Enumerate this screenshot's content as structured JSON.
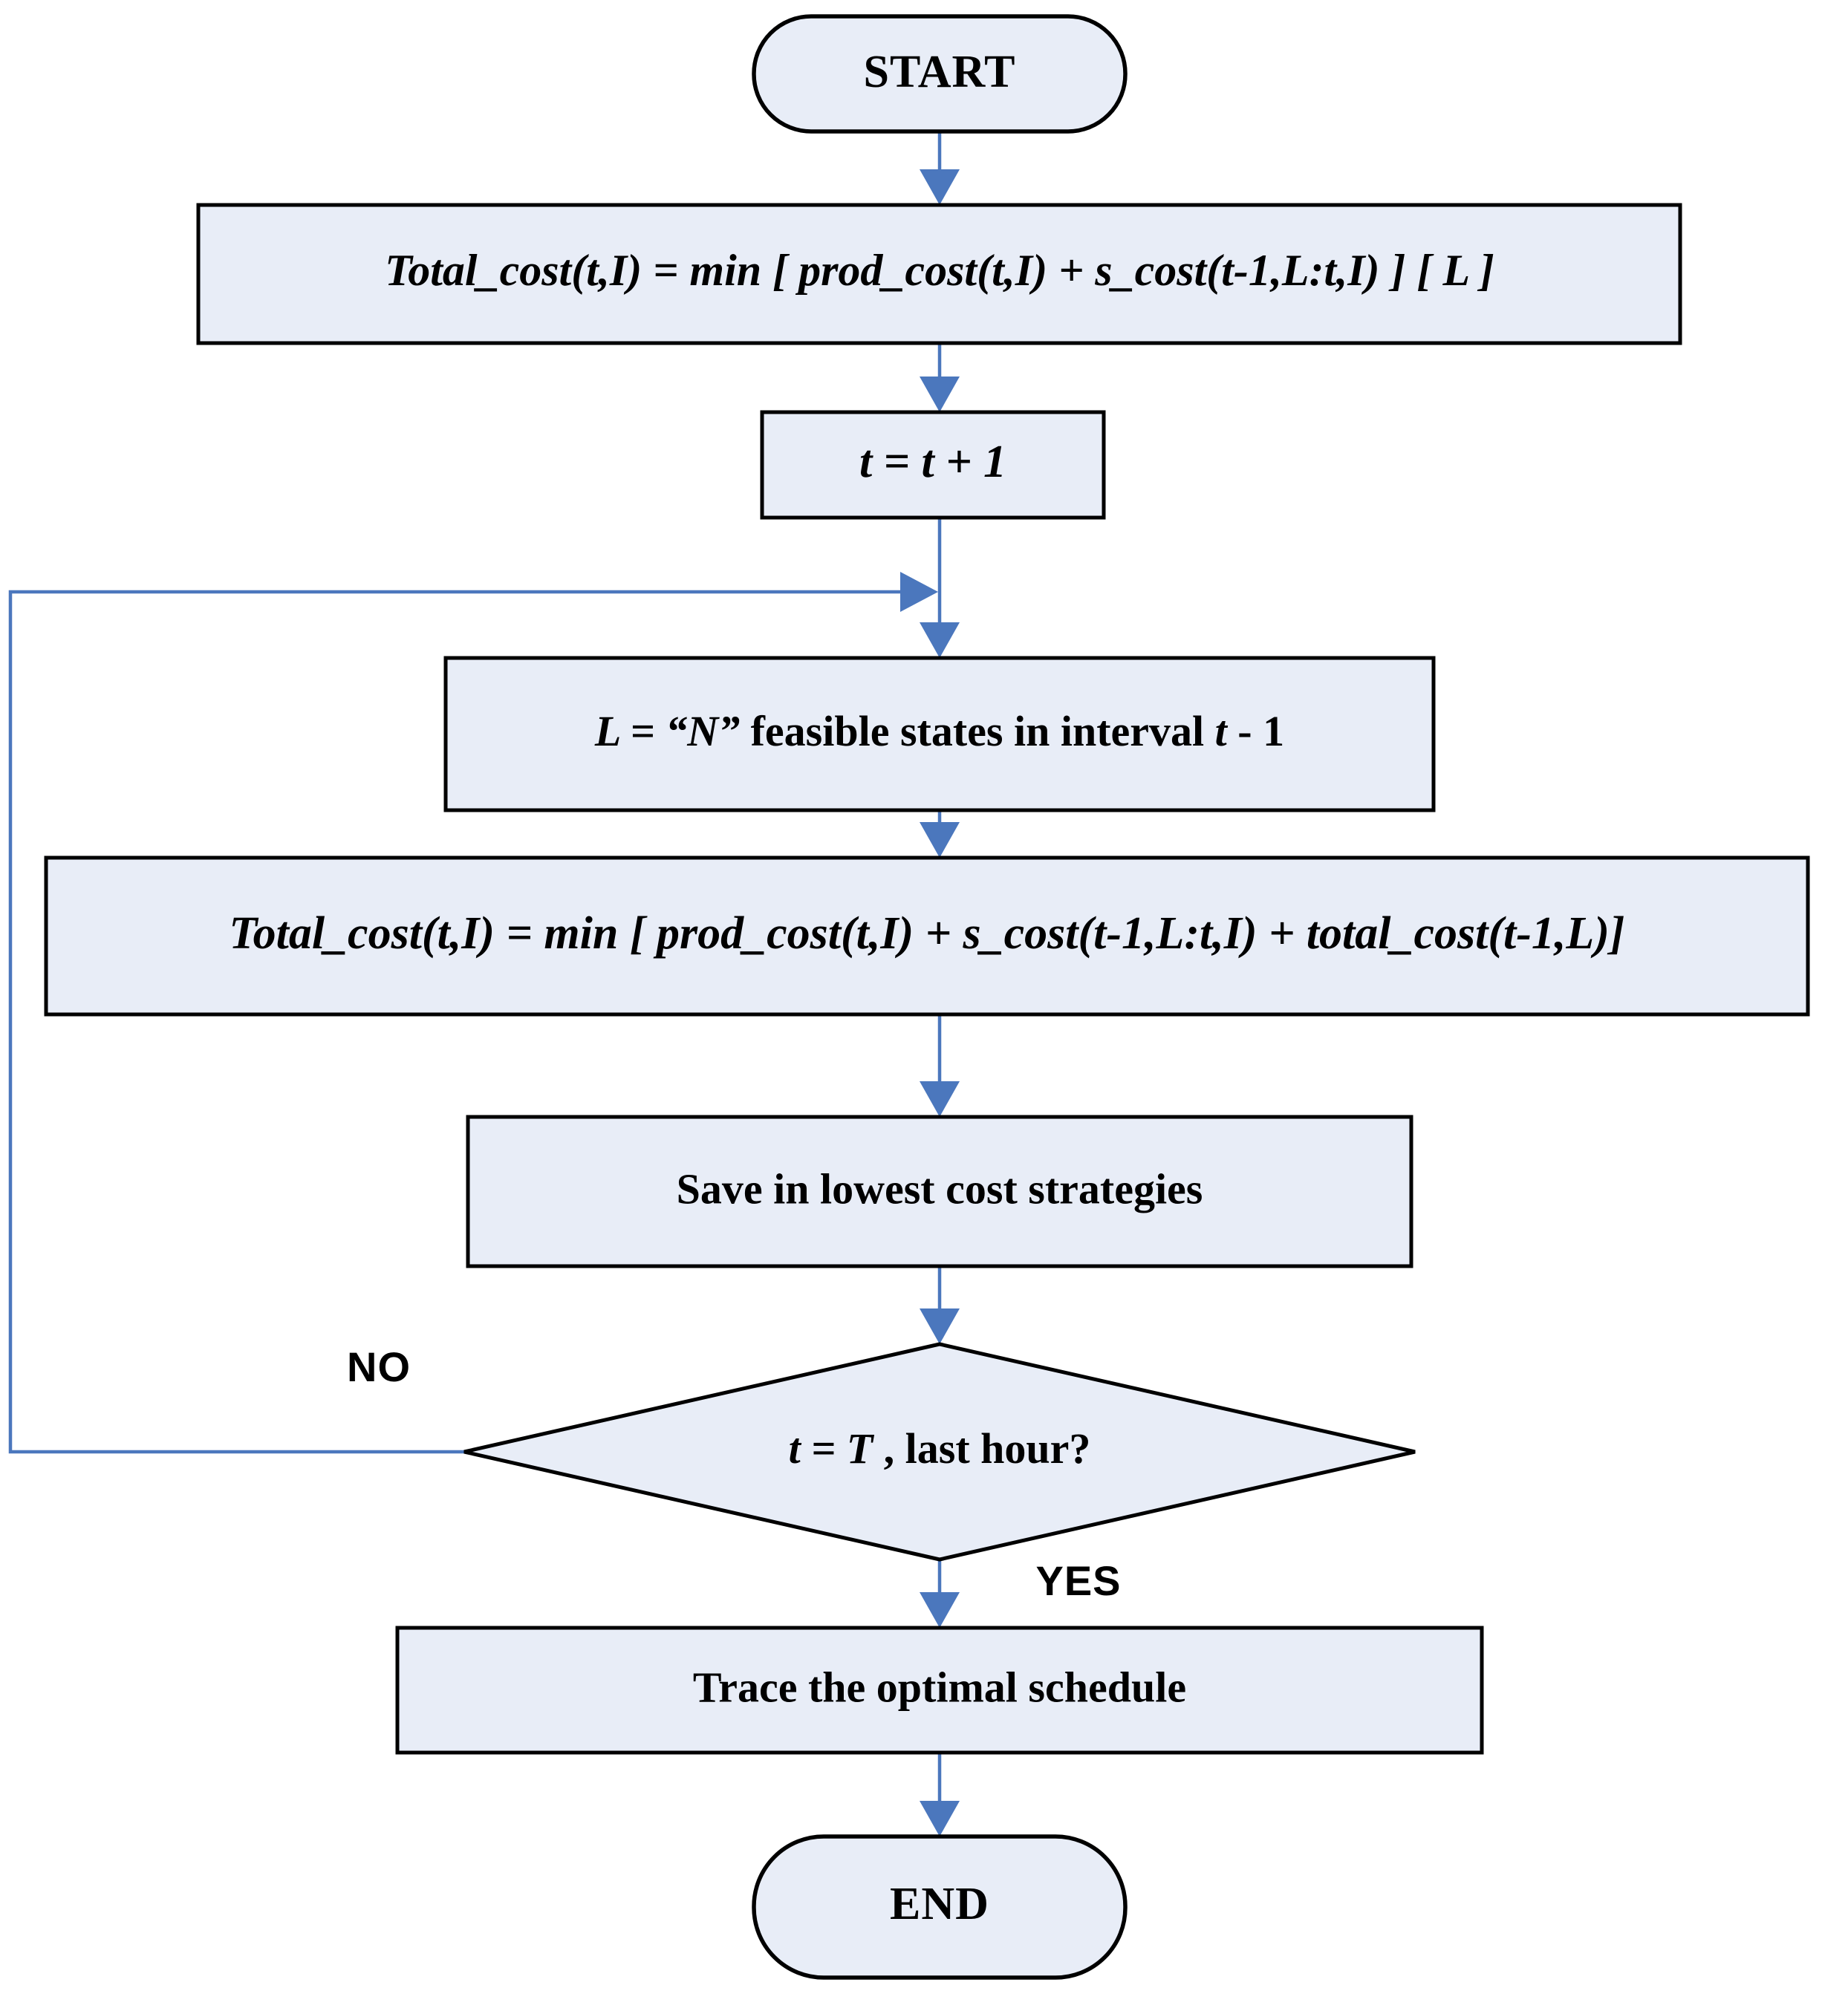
{
  "diagram": {
    "title": "Dynamic Programming Unit Commitment Flowchart",
    "type": "flowchart",
    "colors": {
      "node_fill": "#e8edf7",
      "node_stroke": "#000000",
      "connector": "#4b77bd",
      "background": "#ffffff",
      "text": "#000000"
    }
  },
  "nodes": {
    "start": {
      "shape": "terminator",
      "label": "START"
    },
    "init_cost": {
      "shape": "process",
      "label": "Total_cost(t,I) = min [ prod_cost(t,I) + s_cost(t-1,L:t,I) ]  [ L ]"
    },
    "increment": {
      "shape": "process",
      "label": "t = t + 1"
    },
    "feasible_states": {
      "shape": "process",
      "label": "L = “N” feasible states in interval t - 1",
      "parts": {
        "italic_1": "L = “N” ",
        "upright_1": "feasible states in interval ",
        "italic_2": "t",
        "upright_2": " - 1"
      }
    },
    "recursion": {
      "shape": "process",
      "label": "Total_cost(t,I) = min [ prod_cost(t,I) + s_cost(t-1,L:t,I) + total_cost(t-1,L)]"
    },
    "save": {
      "shape": "process",
      "label": "Save in lowest cost strategies"
    },
    "decision": {
      "shape": "decision",
      "label": "t = T , last hour?",
      "parts": {
        "italic_1": "t = T",
        "upright_1": " , last hour?"
      }
    },
    "trace": {
      "shape": "process",
      "label": "Trace the optimal schedule"
    },
    "end": {
      "shape": "terminator",
      "label": "END"
    }
  },
  "branch_labels": {
    "no": "NO",
    "yes": "YES"
  },
  "edges": [
    {
      "from": "start",
      "to": "init_cost",
      "label": ""
    },
    {
      "from": "init_cost",
      "to": "increment",
      "label": ""
    },
    {
      "from": "increment",
      "to": "feasible_states",
      "label": ""
    },
    {
      "from": "feasible_states",
      "to": "recursion",
      "label": ""
    },
    {
      "from": "recursion",
      "to": "save",
      "label": ""
    },
    {
      "from": "save",
      "to": "decision",
      "label": ""
    },
    {
      "from": "decision",
      "to": "trace",
      "label": "YES"
    },
    {
      "from": "decision",
      "to": "feasible_states",
      "label": "NO"
    },
    {
      "from": "trace",
      "to": "end",
      "label": ""
    }
  ]
}
